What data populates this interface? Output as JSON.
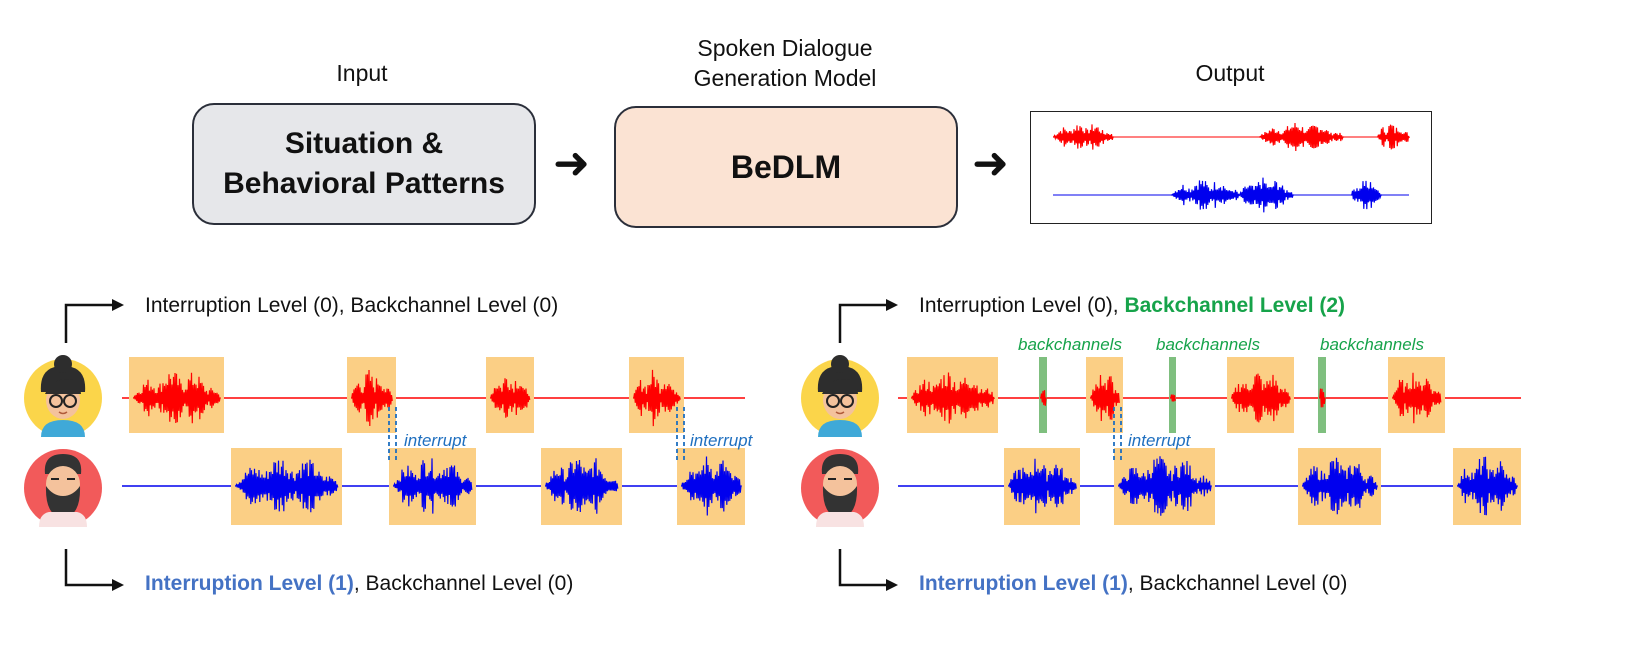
{
  "pipeline": {
    "input_label": "Input",
    "input_box": [
      "Situation &",
      "Behavioral Patterns"
    ],
    "model_label": [
      "Spoken Dialogue",
      "Generation Model"
    ],
    "model_box": "BeDLM",
    "output_label": "Output"
  },
  "left_panel": {
    "top_level_text": "Interruption Level (0), Backchannel Level (0)",
    "bottom_level_highlight": "Interruption Level (1)",
    "bottom_level_rest": ", Backchannel Level (0)",
    "annotations": [
      "interrupt",
      "interrupt"
    ]
  },
  "right_panel": {
    "top_level_plain": "Interruption Level (0), ",
    "top_level_highlight": "Backchannel  Level (2)",
    "bottom_level_highlight": "Interruption Level (1)",
    "bottom_level_rest": ", Backchannel Level (0)",
    "annotations": [
      "backchannels",
      "backchannels",
      "backchannels",
      "interrupt"
    ]
  },
  "colors": {
    "speaker_a": "#ff0000",
    "speaker_b": "#0000ee",
    "segment_fill": "#fbcf85",
    "backchannel_fill": "#7fbf7f",
    "interrupt_text": "#1f6fbf",
    "backchannel_text": "#16a34a",
    "highlight_blue": "#4472c4",
    "box_gray": "#e6e7ea",
    "box_peach": "#fbe3d3"
  },
  "icons": [
    "woman-avatar-icon",
    "man-avatar-icon",
    "right-arrow-icon",
    "elbow-arrow-icon"
  ]
}
